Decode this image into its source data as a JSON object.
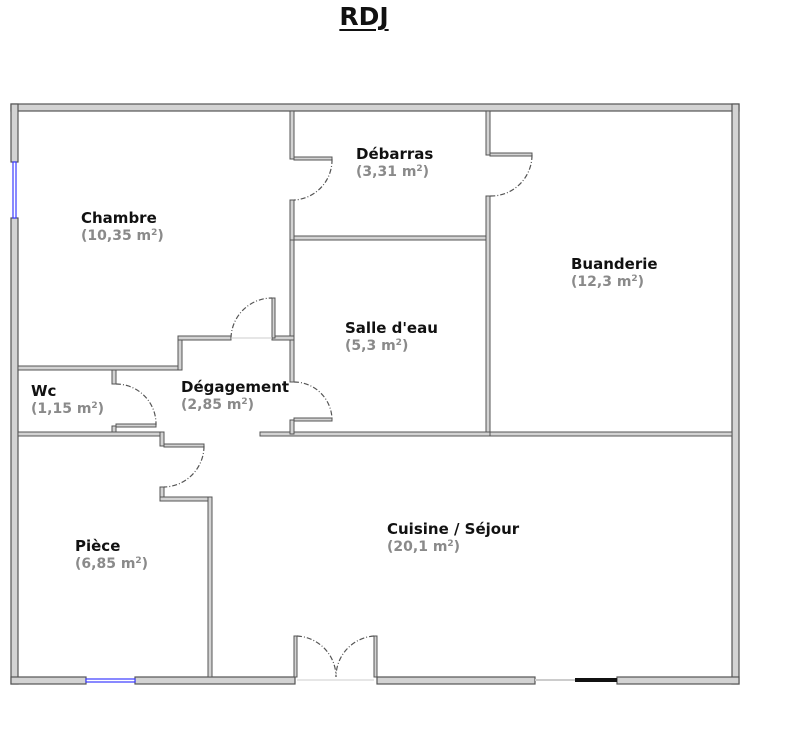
{
  "title": "RDJ",
  "colors": {
    "wall_fill": "#d3d3d3",
    "wall_stroke": "#555555",
    "window": "#3b3bff",
    "door_arc": "#555555",
    "room_name": "#111111",
    "room_area": "#8a8a8a"
  },
  "rooms": [
    {
      "id": "chambre",
      "name": "Chambre",
      "area": "(10,35 m",
      "unit_sup": "2",
      "close": ")"
    },
    {
      "id": "debarras",
      "name": "Débarras",
      "area": "(3,31 m",
      "unit_sup": "2",
      "close": ")"
    },
    {
      "id": "buanderie",
      "name": "Buanderie",
      "area": "(12,3 m",
      "unit_sup": "2",
      "close": ")"
    },
    {
      "id": "salle-deau",
      "name": "Salle d'eau",
      "area": "(5,3 m",
      "unit_sup": "2",
      "close": ")"
    },
    {
      "id": "wc",
      "name": "Wc",
      "area": "(1,15 m",
      "unit_sup": "2",
      "close": ")"
    },
    {
      "id": "degagement",
      "name": "Dégagement",
      "area": "(2,85 m",
      "unit_sup": "2",
      "close": ")"
    },
    {
      "id": "piece",
      "name": "Pièce",
      "area": "(6,85 m",
      "unit_sup": "2",
      "close": ")"
    },
    {
      "id": "cuisine-sejour",
      "name": "Cuisine / Séjour",
      "area": "(20,1 m",
      "unit_sup": "2",
      "close": ")"
    }
  ]
}
